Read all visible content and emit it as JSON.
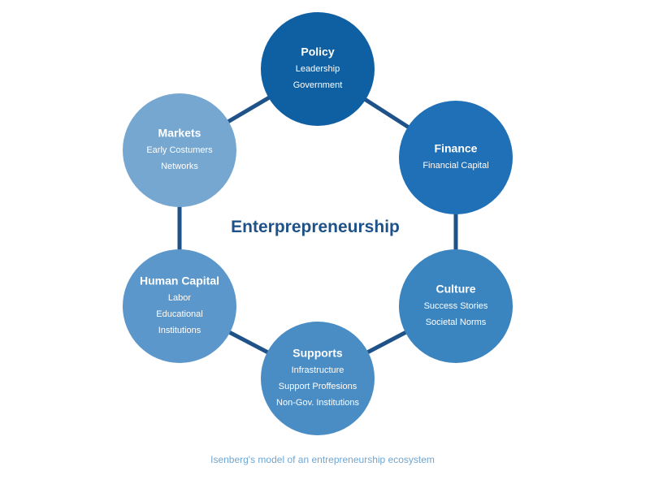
{
  "diagram": {
    "center_label": "Enterprepreneurship",
    "caption": "Isenberg's model of an entrepreneurship ecosystem",
    "colors": {
      "connector": "#1f5288",
      "center_text": "#1f5288",
      "caption_text": "#6fa6d3"
    },
    "nodes": [
      {
        "id": "policy",
        "title": "Policy",
        "lines": [
          "Leadership",
          "Government"
        ],
        "color": "#0f5fa3"
      },
      {
        "id": "finance",
        "title": "Finance",
        "lines": [
          "Financial Capital"
        ],
        "color": "#1f70b6"
      },
      {
        "id": "culture",
        "title": "Culture",
        "lines": [
          "Success Stories",
          "Societal Norms"
        ],
        "color": "#3a84c0"
      },
      {
        "id": "supports",
        "title": "Supports",
        "lines": [
          "Infrastructure",
          "Support Proffesions",
          "Non-Gov. Institutions"
        ],
        "color": "#4a8cc4"
      },
      {
        "id": "human-capital",
        "title": "Human Capital",
        "lines": [
          "Labor",
          "Educational",
          "Institutions"
        ],
        "color": "#5b97ca"
      },
      {
        "id": "markets",
        "title": "Markets",
        "lines": [
          "Early Costumers",
          "Networks"
        ],
        "color": "#76a7d1"
      }
    ]
  }
}
